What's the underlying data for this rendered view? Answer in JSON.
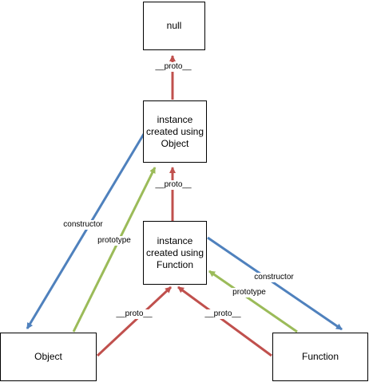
{
  "nodes": {
    "null": "null",
    "instance_object": "instance created using Object",
    "instance_function": "instance created using Function",
    "object": "Object",
    "function": "Function"
  },
  "edge_labels": {
    "proto_instance_object_to_null": "__proto__",
    "proto_instance_function_to_instance_object": "__proto__",
    "proto_object_to_instance_function": "__proto__",
    "proto_function_to_instance_function": "__proto__",
    "constructor_instance_object_to_object": "constructor",
    "prototype_object_to_instance_object": "prototype",
    "constructor_instance_function_to_function": "constructor",
    "prototype_function_to_instance_function": "prototype"
  },
  "colors": {
    "proto": "#c0504d",
    "constructor": "#4f81bd",
    "prototype": "#9bbb59",
    "box_border": "#000000"
  }
}
